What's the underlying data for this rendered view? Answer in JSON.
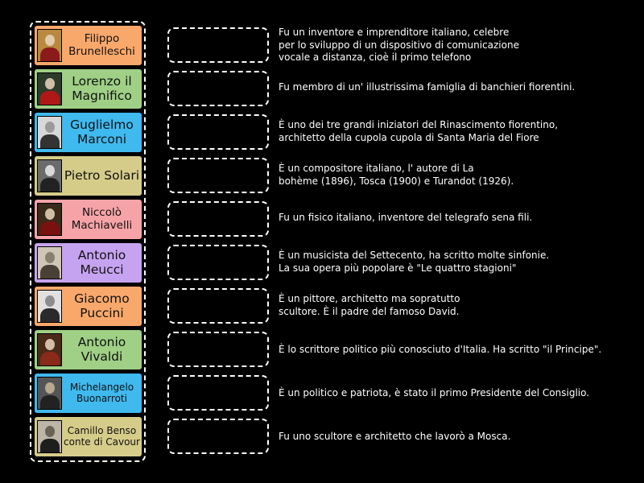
{
  "cards": [
    {
      "label": "Filippo Brunelleschi",
      "color": "#f9a86b"
    },
    {
      "label": "Lorenzo il Magnifico",
      "color": "#9fd085"
    },
    {
      "label": "Guglielmo Marconi",
      "color": "#3fb9ee"
    },
    {
      "label": "Pietro Solari",
      "color": "#d6cc8a"
    },
    {
      "label": "Niccolò Machiavelli",
      "color": "#f6a3a8"
    },
    {
      "label": "Antonio Meucci",
      "color": "#c6a3f0"
    },
    {
      "label": "Giacomo Puccini",
      "color": "#f9a86b"
    },
    {
      "label": "Antonio Vivaldi",
      "color": "#9fd085"
    },
    {
      "label": "Michelangelo Buonarroti",
      "color": "#3fb9ee"
    },
    {
      "label": "Camillo Benso conte di Cavour",
      "color": "#d6cc8a"
    }
  ],
  "descriptions": [
    {
      "lines": [
        "Fu un inventore e imprenditore italiano, celebre",
        "per lo sviluppo di un dispositivo di comunicazione",
        "vocale a distanza, cioè il primo telefono"
      ]
    },
    {
      "lines": [
        "Fu membro di un' illustrissima famiglia di banchieri fiorentini."
      ]
    },
    {
      "lines": [
        "È uno dei tre grandi iniziatori del Rinascimento fiorentino,",
        "architetto della cupola cupola di Santa Maria del Fiore"
      ]
    },
    {
      "lines": [
        "È un compositore italiano, l' autore di La",
        "bohème (1896), Tosca (1900) e Turandot (1926)."
      ]
    },
    {
      "lines": [
        "Fu un fisico italiano, inventore del telegrafo sena fili."
      ]
    },
    {
      "lines": [
        "È un musicista del Settecento, ha scritto molte sinfonie.",
        "La sua opera più popolare è \"Le quattro stagioni\""
      ]
    },
    {
      "lines": [
        "È un pittore, architetto ma sopratutto",
        "scultore. È il padre del famoso David."
      ]
    },
    {
      "lines": [
        "È lo scrittore politico più conosciuto d'Italia. Ha scritto \"il Principe\"."
      ]
    },
    {
      "lines": [
        "È un politico e patriota, è stato il primo Presidente del Consiglio."
      ]
    },
    {
      "lines": [
        "Fu uno scultore e architetto che lavorò a Mosca."
      ]
    }
  ]
}
